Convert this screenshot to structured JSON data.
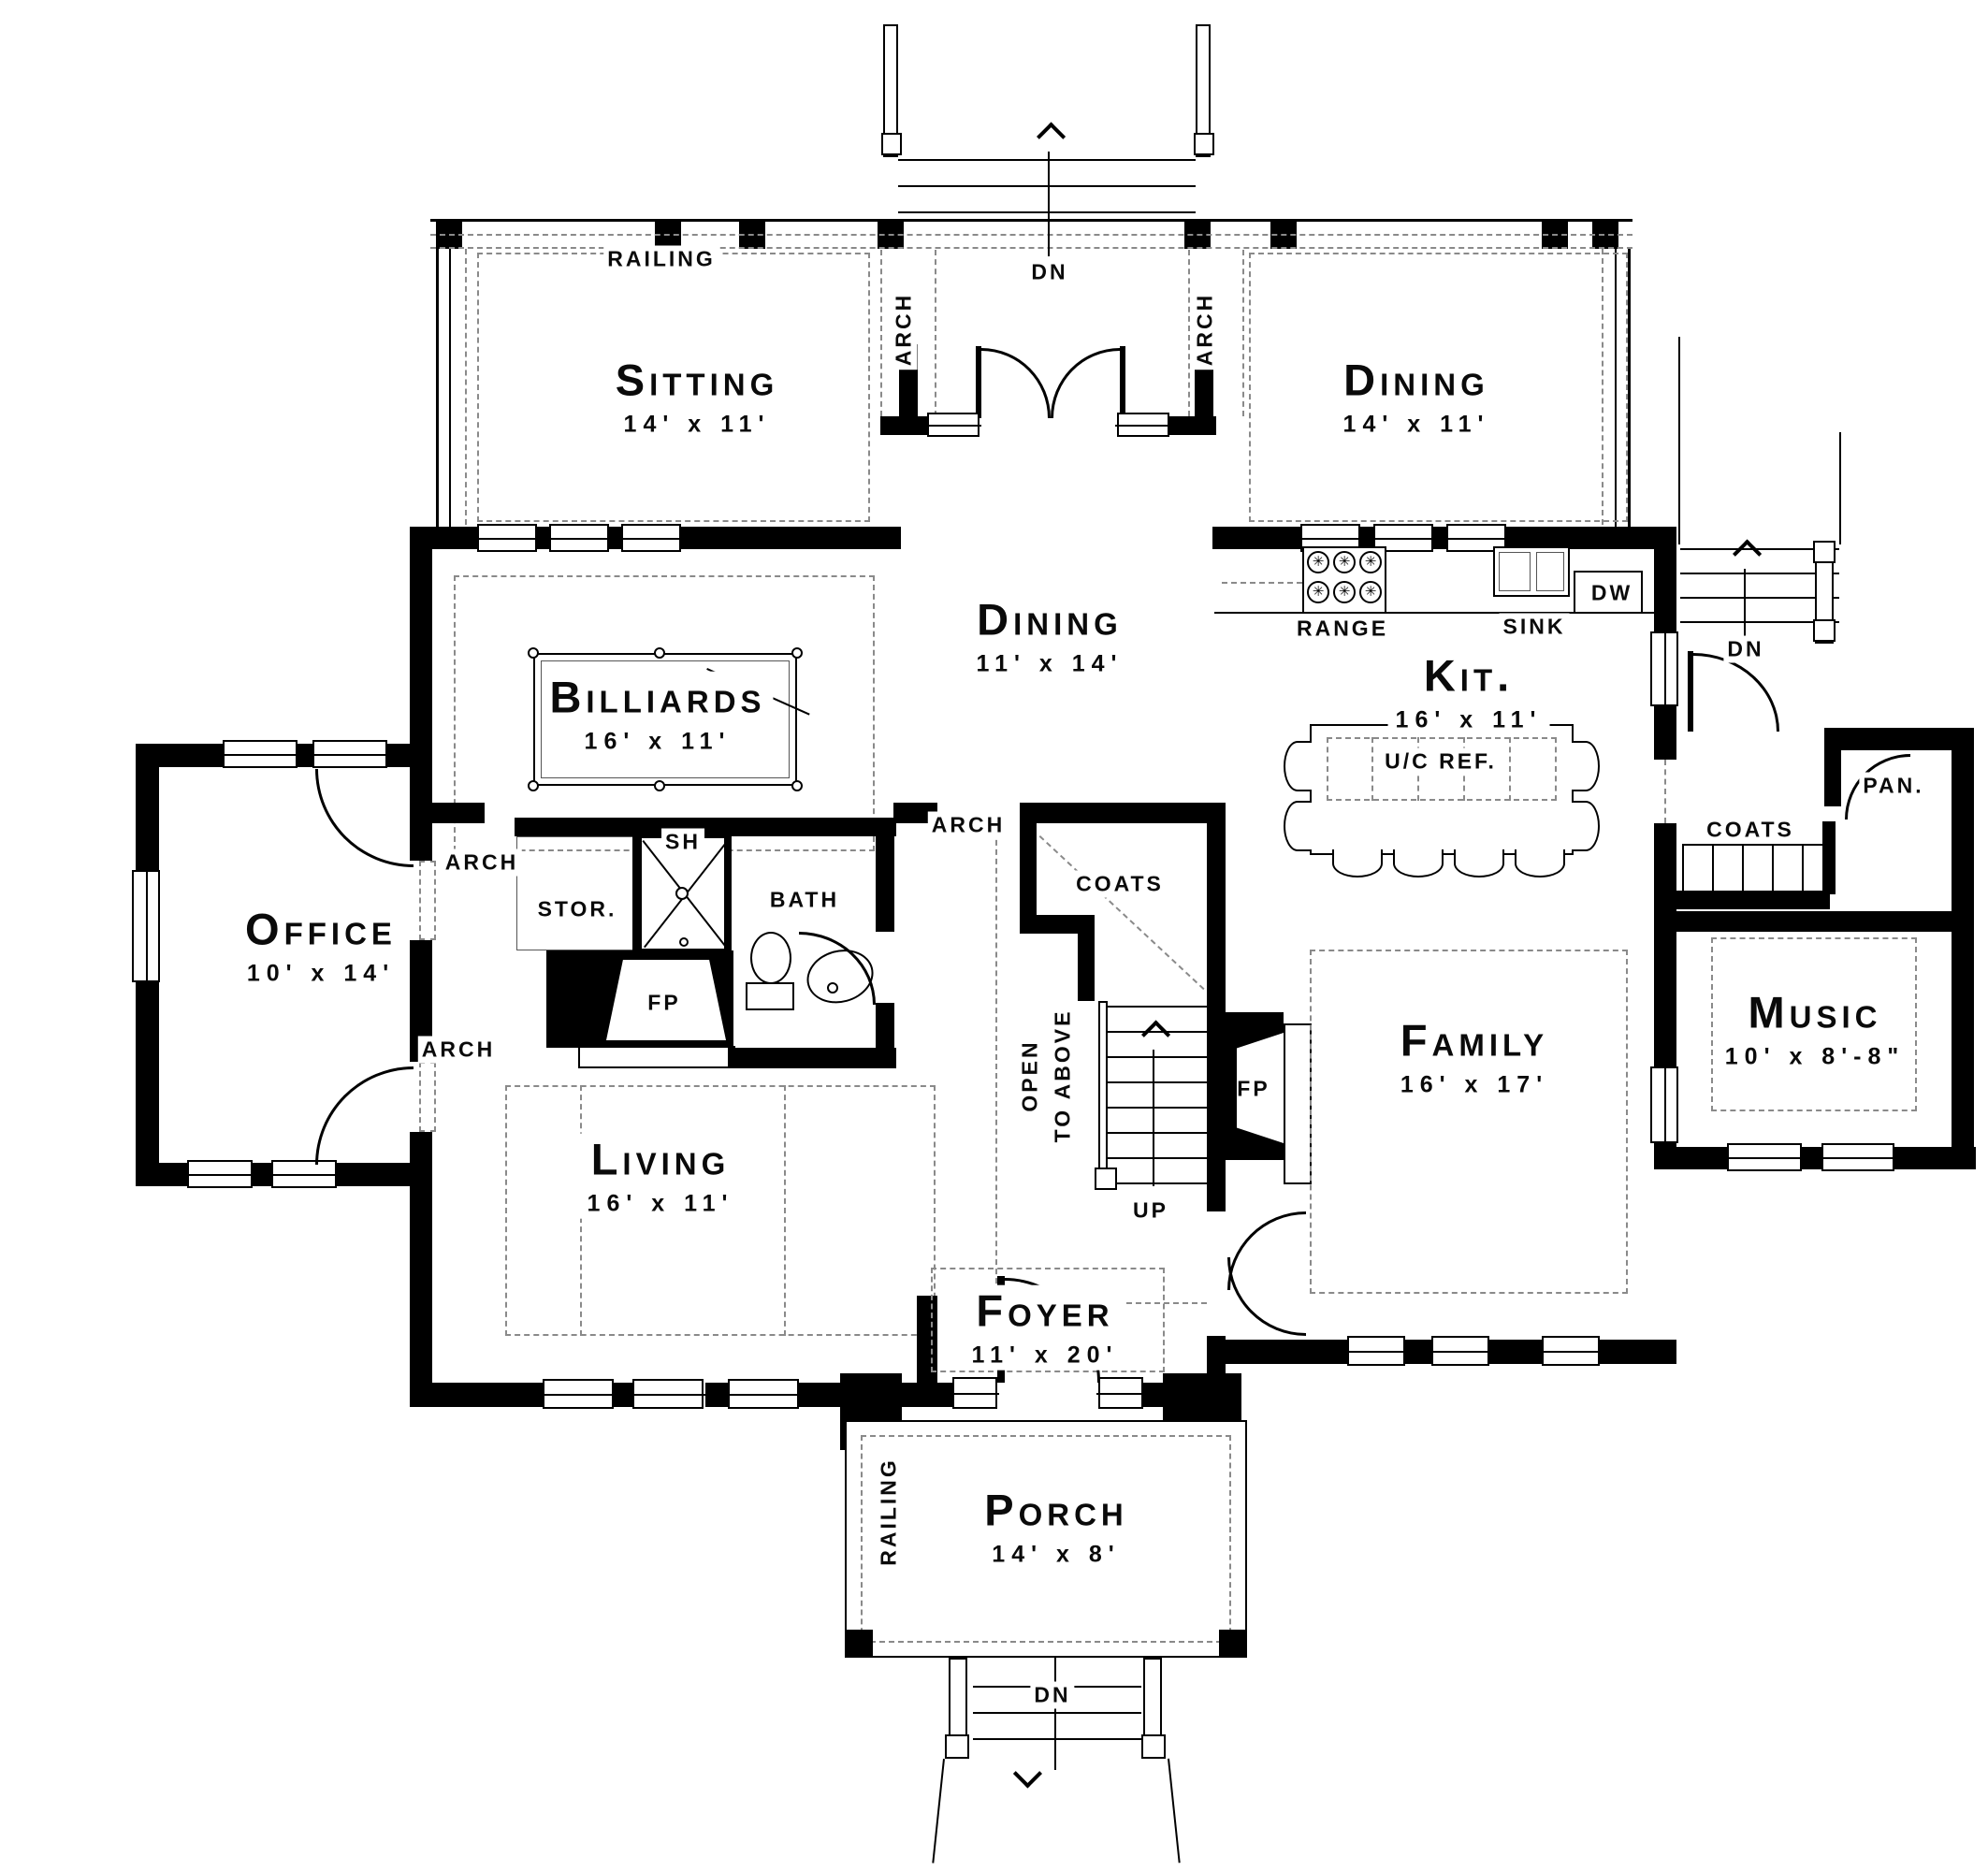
{
  "plan": {
    "rooms": {
      "sitting": {
        "name": "Sitting",
        "dims": "14' x 11'"
      },
      "dining_upper": {
        "name": "Dining",
        "dims": "14' x 11'"
      },
      "dining_center": {
        "name": "Dining",
        "dims": "11' x 14'"
      },
      "billiards": {
        "name": "Billiards",
        "dims": "16' x 11'"
      },
      "kitchen": {
        "name": "Kit.",
        "dims": "16' x 11'"
      },
      "office": {
        "name": "Office",
        "dims": "10' x 14'"
      },
      "music": {
        "name": "Music",
        "dims": "10' x 8'-8\""
      },
      "family": {
        "name": "Family",
        "dims": "16' x 17'"
      },
      "living": {
        "name": "Living",
        "dims": "16' x 11'"
      },
      "foyer": {
        "name": "Foyer",
        "dims": "11' x 20'"
      },
      "porch": {
        "name": "Porch",
        "dims": "14' x 8'"
      }
    },
    "labels": {
      "railing": "RAILING",
      "arch": "ARCH",
      "dn": "DN",
      "up": "UP",
      "fp": "FP",
      "stor": "STOR.",
      "sh": "SH",
      "bath": "BATH",
      "coats": "COATS",
      "pan": "PAN.",
      "range": "RANGE",
      "sink": "SINK",
      "dw": "DW",
      "ucref": "U/C REF.",
      "open_line1": "OPEN",
      "open_line2": "TO ABOVE"
    },
    "colors": {
      "wall": "#000000",
      "background": "#ffffff",
      "dash": "#8a8a8a"
    }
  }
}
